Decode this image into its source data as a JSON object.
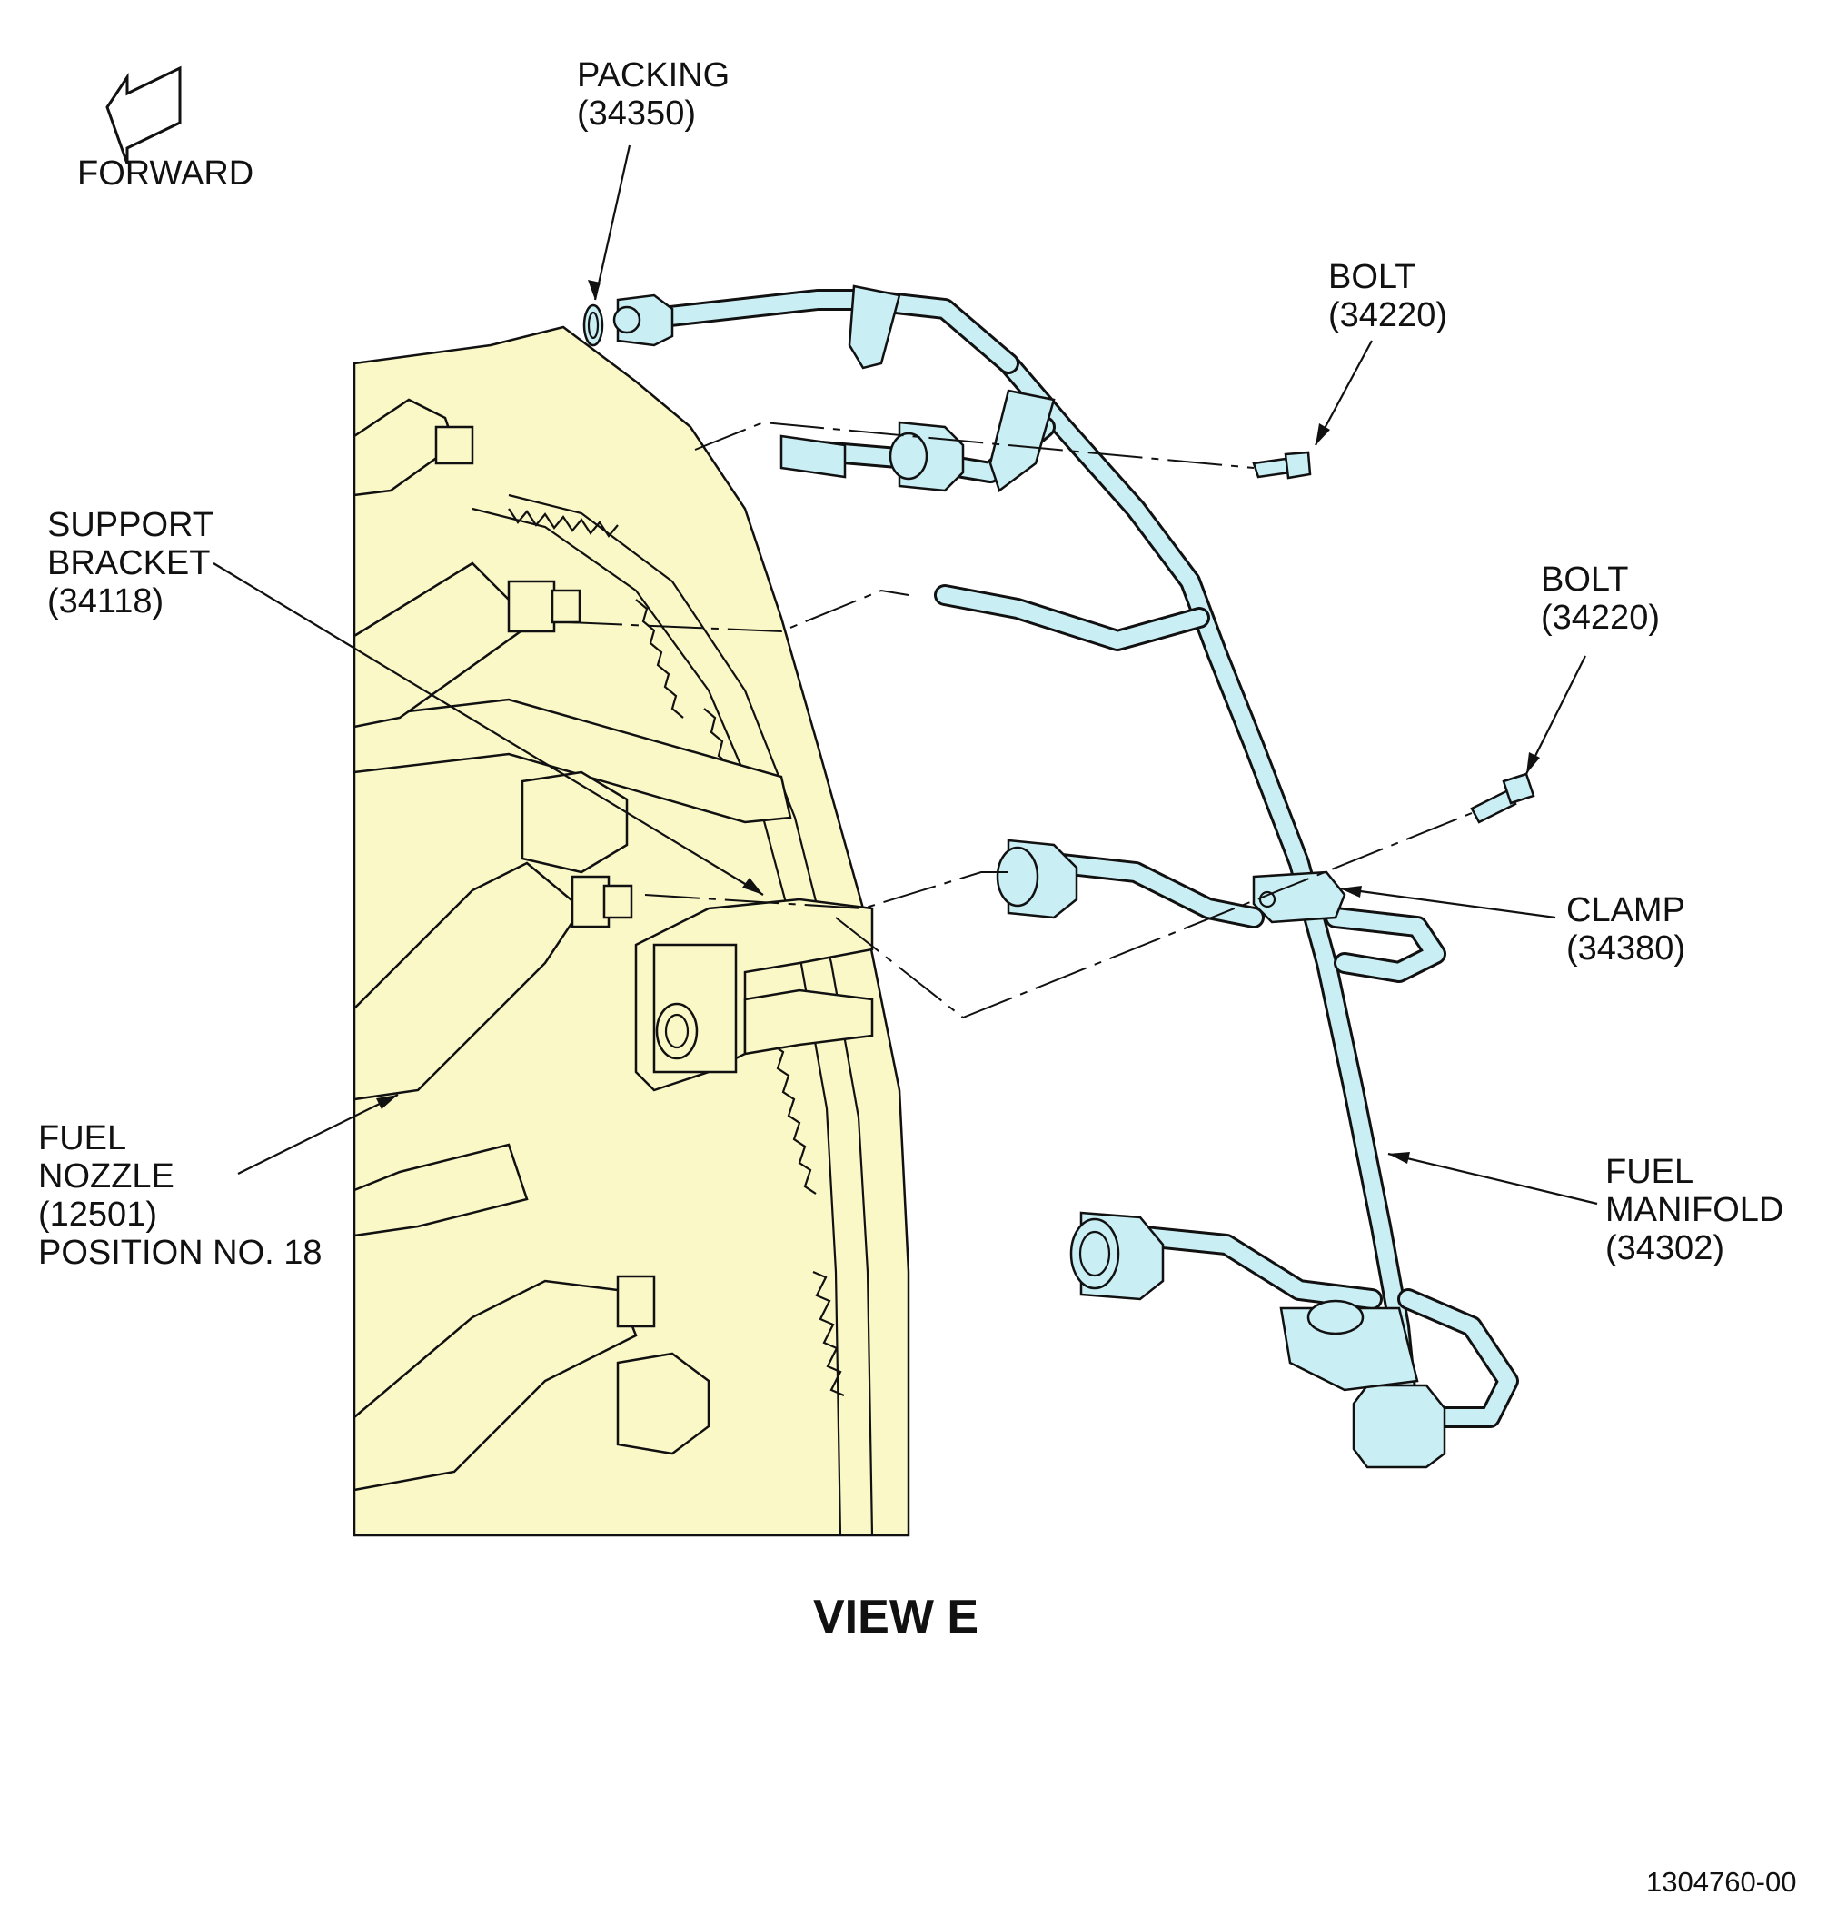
{
  "labels": {
    "forward": "FORWARD",
    "packing": [
      "PACKING",
      "(34350)"
    ],
    "bolt_upper": [
      "BOLT",
      "(34220)"
    ],
    "bolt_lower": [
      "BOLT",
      "(34220)"
    ],
    "support_bracket": [
      "SUPPORT",
      "BRACKET",
      "(34118)"
    ],
    "clamp": [
      "CLAMP",
      "(34380)"
    ],
    "fuel_manifold": [
      "FUEL",
      "MANIFOLD",
      "(34302)"
    ],
    "fuel_nozzle": [
      "FUEL",
      "NOZZLE",
      "(12501)",
      "POSITION NO. 18"
    ]
  },
  "title": "VIEW E",
  "document_number": "1304760-00",
  "colors": {
    "engine_fill": "#fbf8c8",
    "manifold_fill": "#c9eef4",
    "ink": "#111111"
  }
}
